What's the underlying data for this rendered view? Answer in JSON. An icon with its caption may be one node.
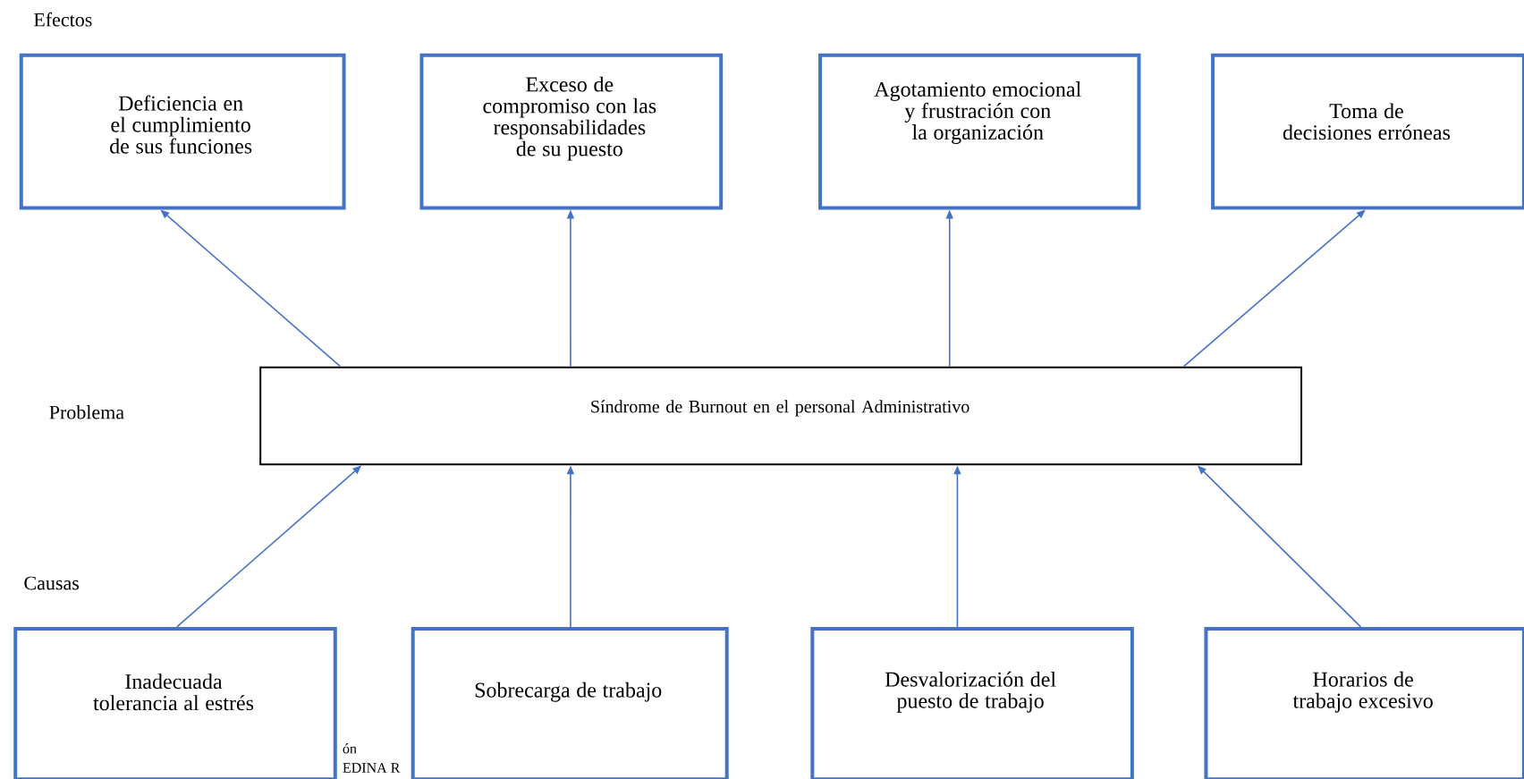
{
  "diagram": {
    "nodes": [
      {
        "text": [
          "Deficiencia en el cumplimiento de sus funciones"
        ]
      },
      {
        "text": [
          "Exceso de compromiso con las responsabilidades de su puesto"
        ]
      },
      {
        "text": [
          "Agotamiento emocional y frustración con la organización"
        ]
      },
      {
        "text": [
          "Toma de decisiones erróneas"
        ]
      },
      {
        "text": [
          "Síndrome de Burnout en el personal Administrativo"
        ]
      },
      {
        "text": [
          "Inadecuada tolerancia al estrés"
        ]
      },
      {
        "text": [
          "Sobrecarga de trabajo"
        ]
      },
      {
        "text": [
          "Desvalorización del puesto de trabajo"
        ]
      },
      {
        "text": [
          "Horarios de trabajo excesivo"
        ]
      }
    ],
    "edges": [
      {
        "from": 4,
        "to": 0,
        "arrow": "to"
      },
      {
        "from": 4,
        "to": 1,
        "arrow": "to"
      },
      {
        "from": 4,
        "to": 2,
        "arrow": "to"
      },
      {
        "from": 4,
        "to": 3,
        "arrow": "to"
      },
      {
        "from": 5,
        "to": 4,
        "arrow": "to"
      },
      {
        "from": 6,
        "to": 4,
        "arrow": "to"
      },
      {
        "from": 7,
        "to": 4,
        "arrow": "to"
      },
      {
        "from": 8,
        "to": 4,
        "arrow": "to"
      }
    ],
    "labels": [
      "Efectos",
      "Problema",
      "Causas",
      "ón",
      "EDINA R"
    ]
  }
}
